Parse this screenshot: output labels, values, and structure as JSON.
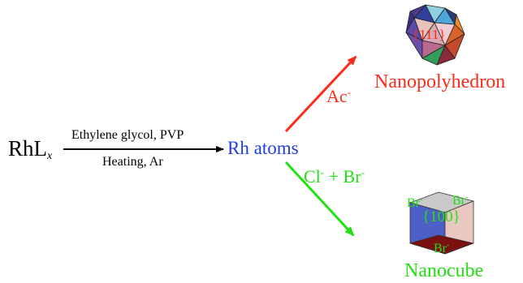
{
  "precursor": {
    "main": "RhL",
    "sub": "x"
  },
  "conditions": {
    "top": "Ethylene glycol, PVP",
    "bottom": "Heating, Ar"
  },
  "intermediate": "Rh atoms",
  "pathway_top": {
    "ion": "Ac",
    "charge": "-",
    "product": "Nanopolyhedron",
    "facet": "{111}",
    "color": "#ff2a1a"
  },
  "pathway_bottom": {
    "ion1": "Cl",
    "charge1": "-",
    "plus": "+ Br",
    "charge2": "-",
    "product": "Nanocube",
    "facet": "{100}",
    "color": "#22e012"
  },
  "cube_labels": {
    "br": "Br",
    "charge": "-"
  },
  "colors": {
    "rh": "#1f3de0",
    "arrow_black": "#000000"
  }
}
